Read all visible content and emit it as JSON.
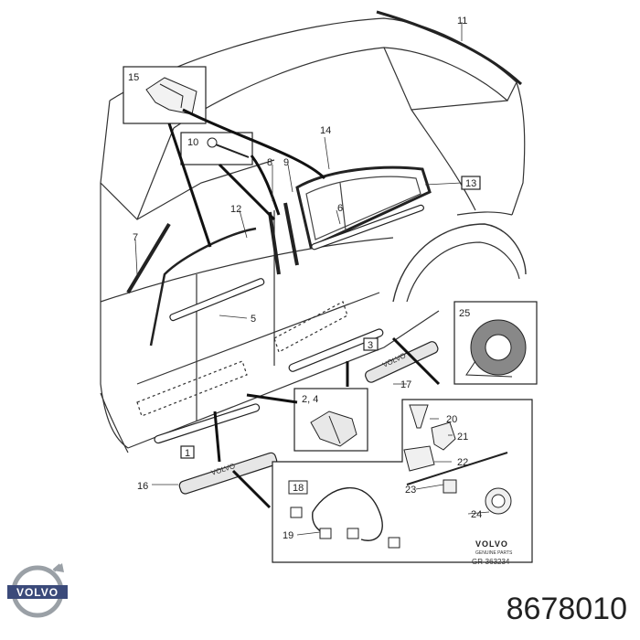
{
  "callouts": {
    "c1": "1",
    "c2_4": "2, 4",
    "c3": "3",
    "c5": "5",
    "c6": "6",
    "c7": "7",
    "c8": "8",
    "c9": "9",
    "c10": "10",
    "c11": "11",
    "c12": "12",
    "c13": "13",
    "c14": "14",
    "c15": "15",
    "c16": "16",
    "c17": "17",
    "c18": "18",
    "c19": "19",
    "c20": "20",
    "c21": "21",
    "c22": "22",
    "c23": "23",
    "c24": "24",
    "c25": "25"
  },
  "inset_brand": "VOLVO",
  "inset_brand_sub": "GENUINE PARTS",
  "sill_badge": "VOLVO",
  "figure_ref": "GR-363234",
  "logo_text": "VOLVO",
  "part_number": "8678010"
}
